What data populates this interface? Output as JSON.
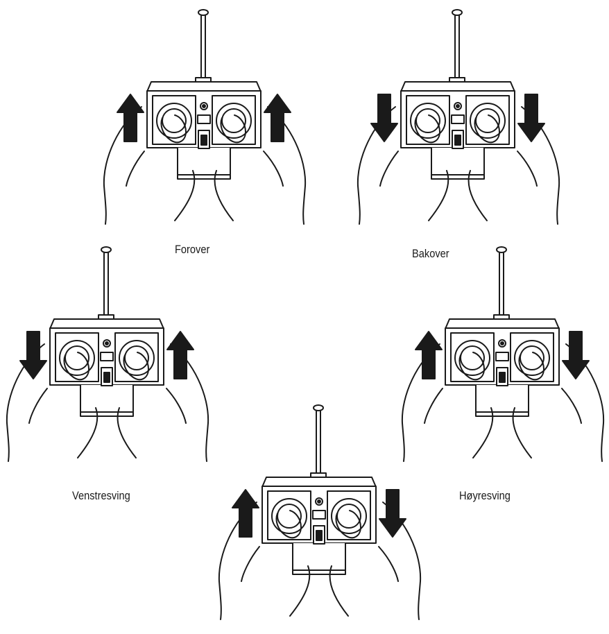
{
  "colors": {
    "ink": "#1a1a1a",
    "paper": "#ffffff"
  },
  "controls": [
    {
      "id": "forward",
      "label": "Forover",
      "left_stick": "up",
      "right_stick": "up"
    },
    {
      "id": "backward",
      "label": "Bakover",
      "left_stick": "down",
      "right_stick": "down"
    },
    {
      "id": "left-turn",
      "label": "Venstresving",
      "left_stick": "down",
      "right_stick": "up"
    },
    {
      "id": "right-turn",
      "label": "Høyresving",
      "left_stick": "up",
      "right_stick": "down"
    },
    {
      "id": "spin",
      "label": "",
      "left_stick": "up",
      "right_stick": "down"
    }
  ]
}
